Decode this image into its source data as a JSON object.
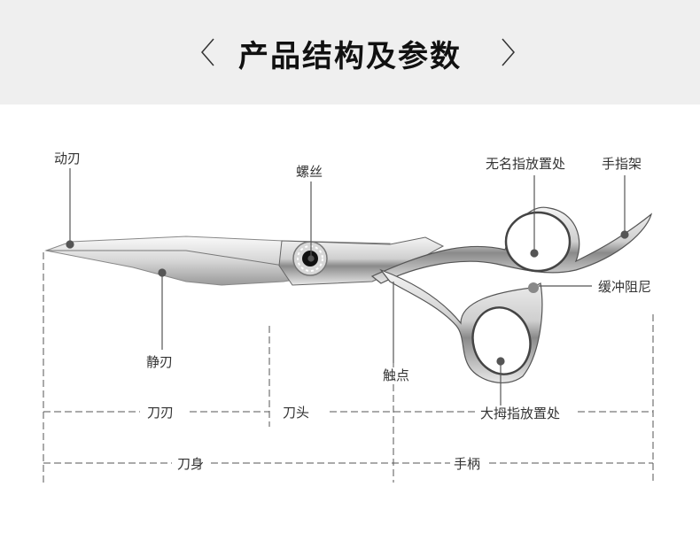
{
  "header": {
    "title": "产品结构及参数",
    "prev_icon": "chevron-left-icon",
    "next_icon": "chevron-right-icon",
    "background": "#efefef"
  },
  "callouts": {
    "moving_blade": "动刃",
    "screw": "螺丝",
    "ring_finger_rest": "无名指放置处",
    "finger_rest": "手指架",
    "damper": "缓冲阻尼",
    "still_blade": "静刃",
    "contact_point": "触点",
    "thumb_rest": "大拇指放置处"
  },
  "dimensions": {
    "blade_edge": "刀刃",
    "blade_head": "刀头",
    "blade_body": "刀身",
    "handle": "手柄"
  }
}
